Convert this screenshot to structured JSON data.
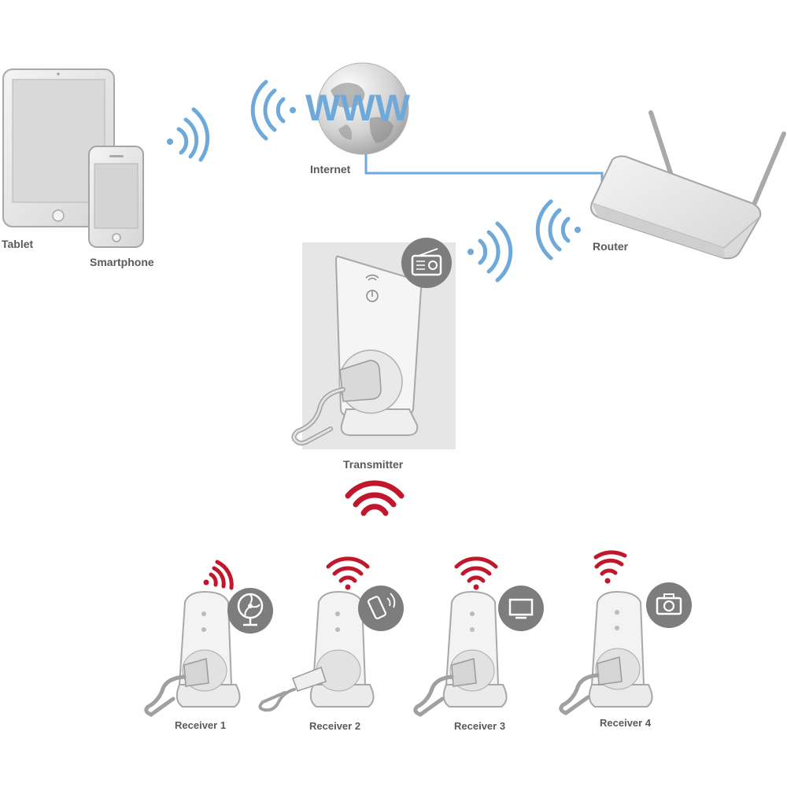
{
  "labels": {
    "tablet": "Tablet",
    "smartphone": "Smartphone",
    "internet": "Internet",
    "www": "WWW",
    "router": "Router",
    "transmitter": "Transmitter",
    "receivers": [
      "Receiver 1",
      "Receiver 2",
      "Receiver 3",
      "Receiver 4"
    ]
  },
  "colors": {
    "wifi_blue": "#6fa9d9",
    "signal_red": "#c0172d",
    "device_gray": "#bdbdbd",
    "badge_gray": "#7d7d7d"
  },
  "receiver_badges": [
    "fan-icon",
    "mobile-phone-icon",
    "tv-icon",
    "camera-icon"
  ],
  "transmitter_badge": "radio-icon"
}
